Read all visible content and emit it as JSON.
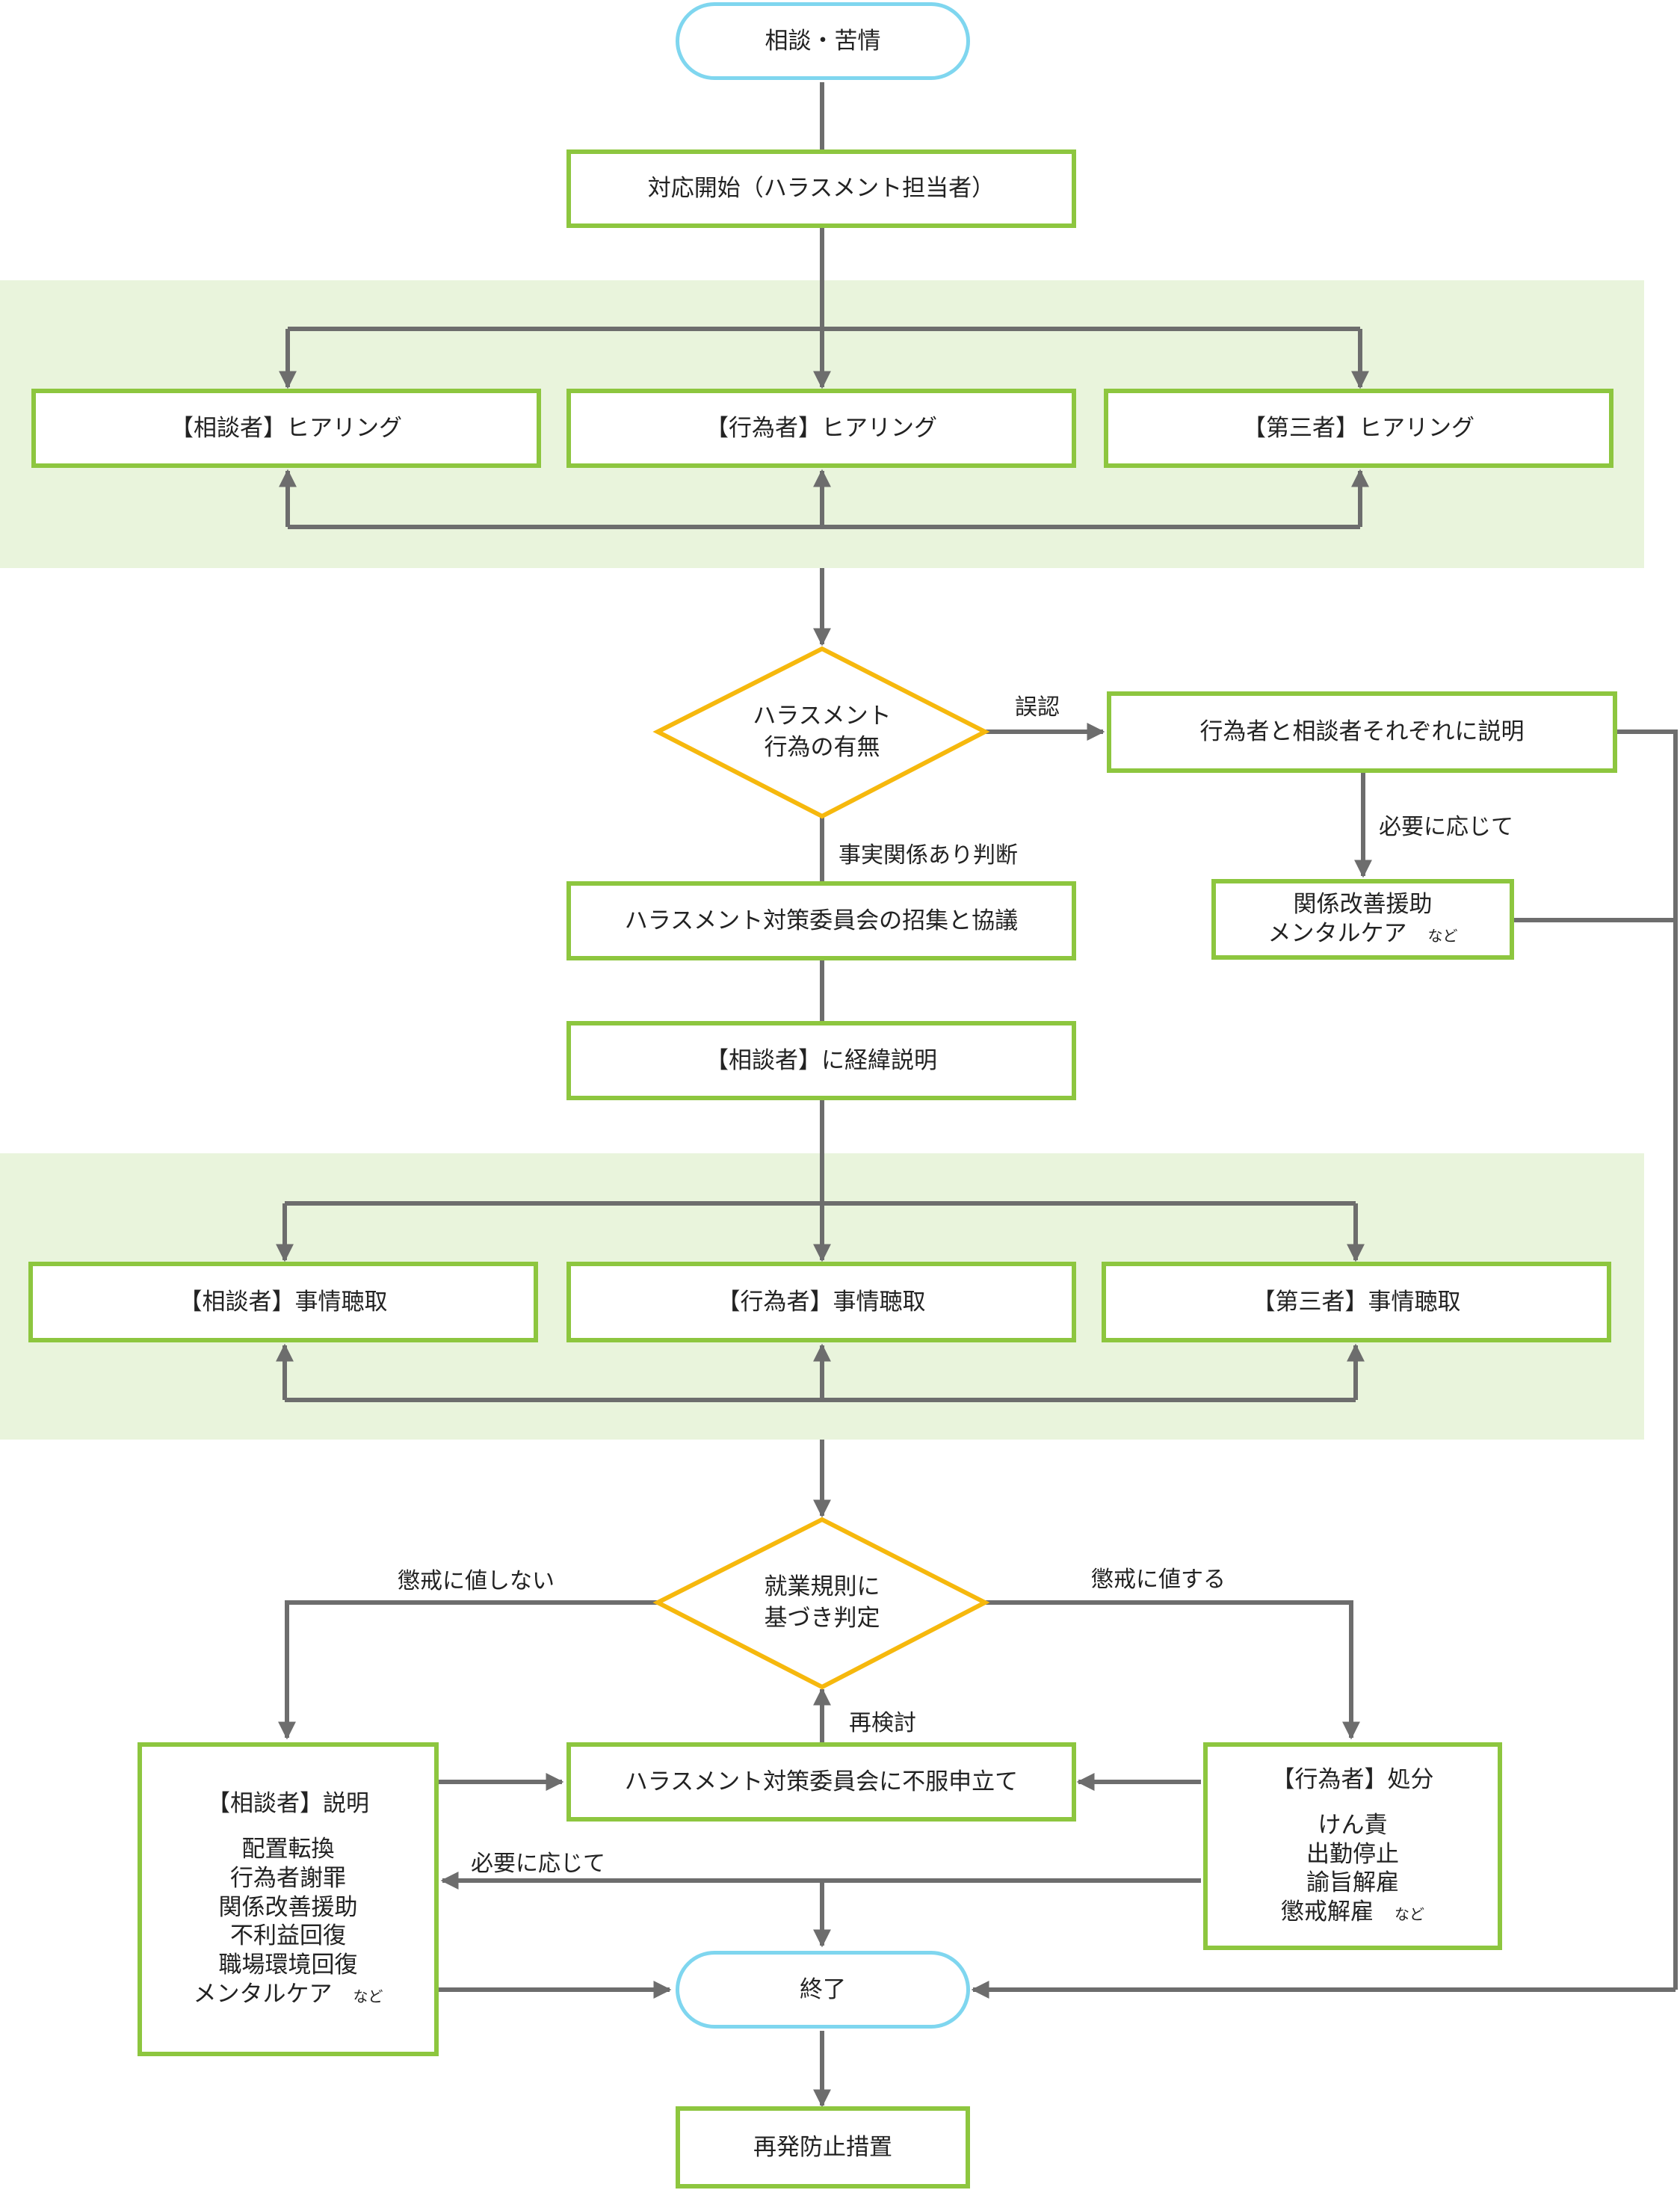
{
  "colors": {
    "box_border": "#8dc63f",
    "terminal_border": "#7fd6ef",
    "decision_border": "#f6b80d",
    "band": "#e9f4dc",
    "connector": "#6d6d6d"
  },
  "nodes": {
    "start": "相談・苦情",
    "begin": "対応開始（ハラスメント担当者）",
    "hear_consultant": "【相談者】ヒアリング",
    "hear_actor": "【行為者】ヒアリング",
    "hear_third": "【第三者】ヒアリング",
    "decision1": [
      "ハラスメント",
      "行為の有無"
    ],
    "explain_both": "行為者と相談者それぞれに説明",
    "relationship": [
      "関係改善援助",
      "メンタルケア"
    ],
    "relationship_etc": "など",
    "committee": "ハラスメント対策委員会の招集と協議",
    "explain_progress": "【相談者】に経緯説明",
    "inq_consultant": "【相談者】事情聴取",
    "inq_actor": "【行為者】事情聴取",
    "inq_third": "【第三者】事情聴取",
    "decision2": [
      "就業規則に",
      "基づき判定"
    ],
    "consultant_explain_title": "【相談者】説明",
    "consultant_explain_items": [
      "配置転換",
      "行為者謝罪",
      "関係改善援助",
      "不利益回復",
      "職場環境回復",
      "メンタルケア"
    ],
    "consultant_explain_etc": "など",
    "appeal": "ハラスメント対策委員会に不服申立て",
    "actor_punish_title": "【行為者】処分",
    "actor_punish_items": [
      "けん責",
      "出勤停止",
      "諭旨解雇",
      "懲戒解雇"
    ],
    "actor_punish_etc": "など",
    "end": "終了",
    "prevent": "再発防止措置"
  },
  "labels": {
    "misconception": "誤認",
    "as_needed_1": "必要に応じて",
    "fact_confirmed": "事実関係あり判断",
    "not_worthy": "懲戒に値しない",
    "worthy": "懲戒に値する",
    "reconsider": "再検討",
    "as_needed_2": "必要に応じて"
  }
}
